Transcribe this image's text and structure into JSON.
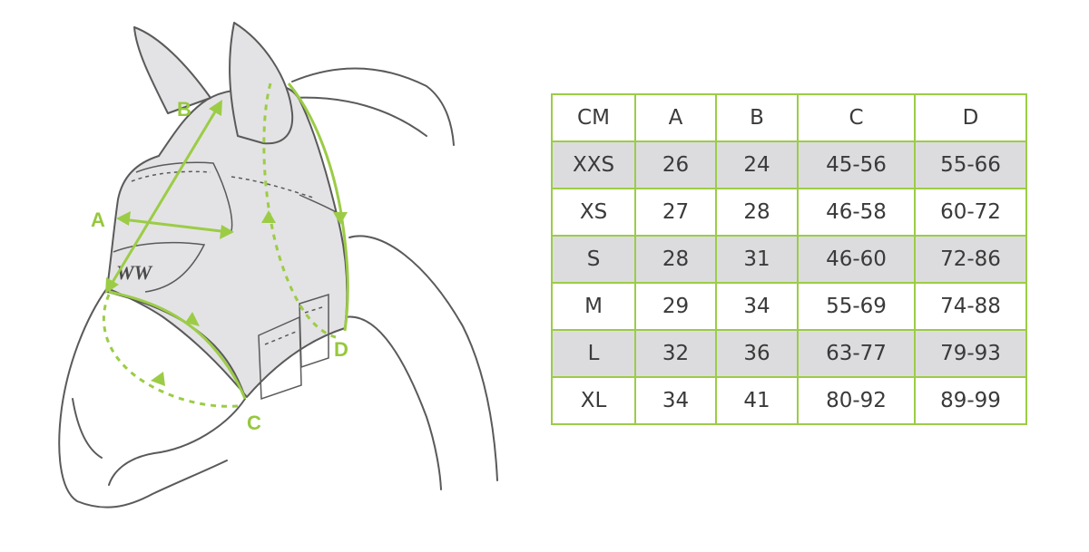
{
  "diagram": {
    "labels": {
      "a": "A",
      "b": "B",
      "c": "C",
      "d": "D"
    },
    "logo_text": "WW",
    "colors": {
      "accent": "#9ccc46",
      "outline": "#5a5a5a",
      "mask": "#e3e3e5"
    }
  },
  "table": {
    "header": [
      "CM",
      "A",
      "B",
      "C",
      "D"
    ],
    "rows": [
      [
        "XXS",
        "26",
        "24",
        "45-56",
        "55-66"
      ],
      [
        "XS",
        "27",
        "28",
        "46-58",
        "60-72"
      ],
      [
        "S",
        "28",
        "31",
        "46-60",
        "72-86"
      ],
      [
        "M",
        "29",
        "34",
        "55-69",
        "74-88"
      ],
      [
        "L",
        "32",
        "36",
        "63-77",
        "79-93"
      ],
      [
        "XL",
        "34",
        "41",
        "80-92",
        "89-99"
      ]
    ]
  }
}
